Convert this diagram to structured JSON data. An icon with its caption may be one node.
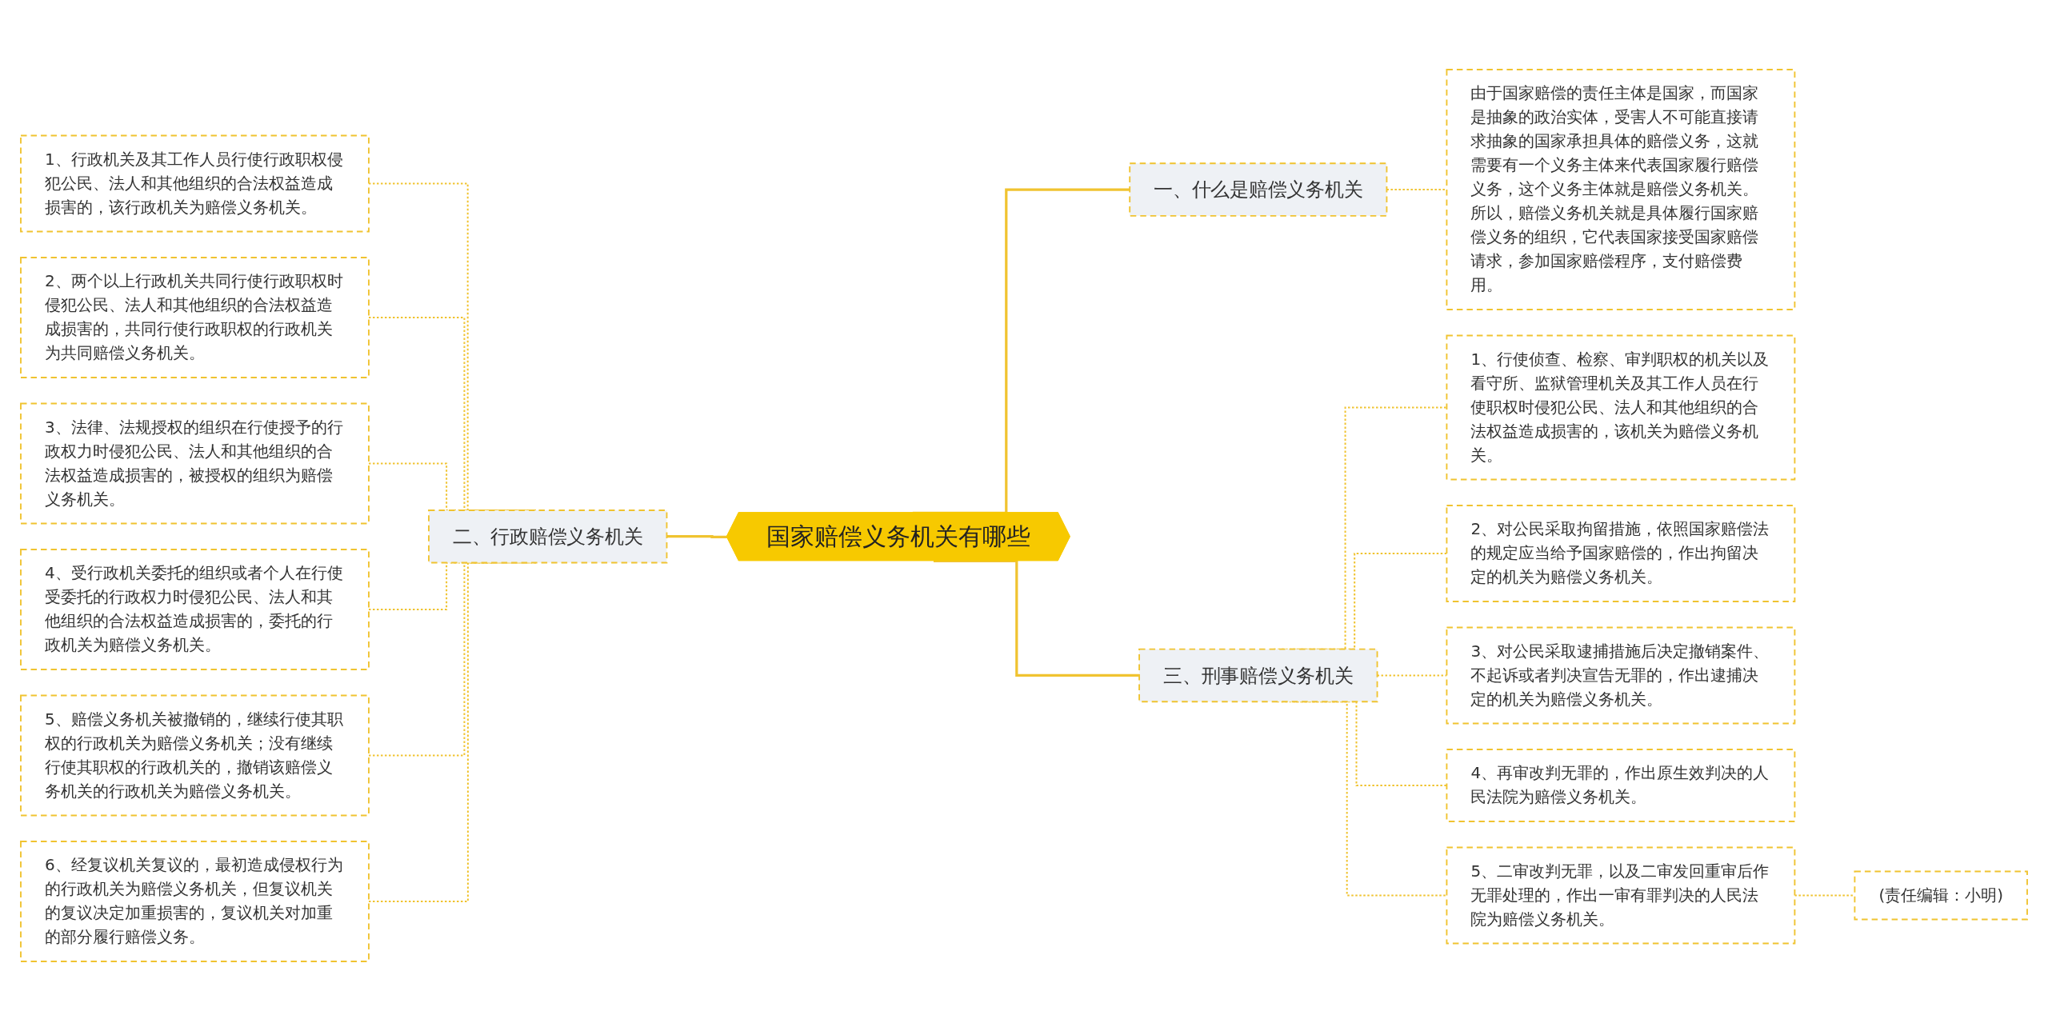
{
  "diagram": {
    "nodes": [
      {
        "text": [
          "国家赔偿义务机关有哪些"
        ]
      },
      {
        "text": [
          "一、什么是赔偿义务机关"
        ]
      },
      {
        "text": [
          "由于国家赔偿的责任主体是国家，而国家是抽象的政治实体，受害人不可能直接请求抽象的国家承担具体的赔偿义务，这就需要有一个义务主体来代表国家履行赔偿义务，这个义务主体就是赔偿义务机关。所以，赔偿义务机关就是具体履行国家赔偿义务的组织，它代表国家接受国家赔偿请求，参加国家赔偿程序，支付赔偿费用。"
        ]
      },
      {
        "text": [
          "二、行政赔偿义务机关"
        ]
      },
      {
        "text": [
          "1、行政机关及其工作人员行使行政职权侵犯公民、法人和其他组织的合法权益造成损害的，该行政机关为赔偿义务机关。"
        ]
      },
      {
        "text": [
          "2、两个以上行政机关共同行使行政职权时侵犯公民、法人和其他组织的合法权益造成损害的，共同行使行政职权的行政机关为共同赔偿义务机关。"
        ]
      },
      {
        "text": [
          "3、法律、法规授权的组织在行使授予的行政权力时侵犯公民、法人和其他组织的合法权益造成损害的，被授权的组织为赔偿义务机关。"
        ]
      },
      {
        "text": [
          "4、受行政机关委托的组织或者个人在行使受委托的行政权力时侵犯公民、法人和其他组织的合法权益造成损害的，委托的行政机关为赔偿义务机关。"
        ]
      },
      {
        "text": [
          "5、赔偿义务机关被撤销的，继续行使其职权的行政机关为赔偿义务机关；没有继续行使其职权的行政机关的，撤销该赔偿义务机关的行政机关为赔偿义务机关。"
        ]
      },
      {
        "text": [
          "6、经复议机关复议的，最初造成侵权行为的行政机关为赔偿义务机关，但复议机关的复议决定加重损害的，复议机关对加重的部分履行赔偿义务。"
        ]
      },
      {
        "text": [
          "三、刑事赔偿义务机关"
        ]
      },
      {
        "text": [
          "1、行使侦查、检察、审判职权的机关以及看守所、监狱管理机关及其工作人员在行使职权时侵犯公民、法人和其他组织的合法权益造成损害的，该机关为赔偿义务机关。"
        ]
      },
      {
        "text": [
          "2、对公民采取拘留措施，依照国家赔偿法的规定应当给予国家赔偿的，作出拘留决定的机关为赔偿义务机关。"
        ]
      },
      {
        "text": [
          "3、对公民采取逮捕措施后决定撤销案件、不起诉或者判决宣告无罪的，作出逮捕决定的机关为赔偿义务机关。"
        ]
      },
      {
        "text": [
          "4、再审改判无罪的，作出原生效判决的人民法院为赔偿义务机关。"
        ]
      },
      {
        "text": [
          "5、二审改判无罪，以及二审发回重审后作无罪处理的，作出一审有罪判决的人民法院为赔偿义务机关。"
        ]
      },
      {
        "text": [
          "(责任编辑：小明)"
        ]
      }
    ],
    "edges": [
      {
        "from": 0,
        "to": 1,
        "arrow": "none"
      },
      {
        "from": 1,
        "to": 2,
        "arrow": "none",
        "style": "dashed"
      },
      {
        "from": 3,
        "to": 0,
        "arrow": "none"
      },
      {
        "from": 4,
        "to": 3,
        "arrow": "none",
        "style": "dashed"
      },
      {
        "from": 5,
        "to": 3,
        "arrow": "none",
        "style": "dashed"
      },
      {
        "from": 6,
        "to": 3,
        "arrow": "none",
        "style": "dashed"
      },
      {
        "from": 7,
        "to": 3,
        "arrow": "none",
        "style": "dashed"
      },
      {
        "from": 8,
        "to": 3,
        "arrow": "none",
        "style": "dashed"
      },
      {
        "from": 9,
        "to": 3,
        "arrow": "none",
        "style": "dashed"
      },
      {
        "from": 0,
        "to": 10,
        "arrow": "none"
      },
      {
        "from": 10,
        "to": 11,
        "arrow": "none",
        "style": "dashed"
      },
      {
        "from": 10,
        "to": 12,
        "arrow": "none",
        "style": "dashed"
      },
      {
        "from": 10,
        "to": 13,
        "arrow": "none",
        "style": "dashed"
      },
      {
        "from": 10,
        "to": 14,
        "arrow": "none",
        "style": "dashed"
      },
      {
        "from": 10,
        "to": 15,
        "arrow": "none",
        "style": "dashed"
      },
      {
        "from": 15,
        "to": 16,
        "arrow": "none",
        "style": "dashed"
      }
    ]
  }
}
